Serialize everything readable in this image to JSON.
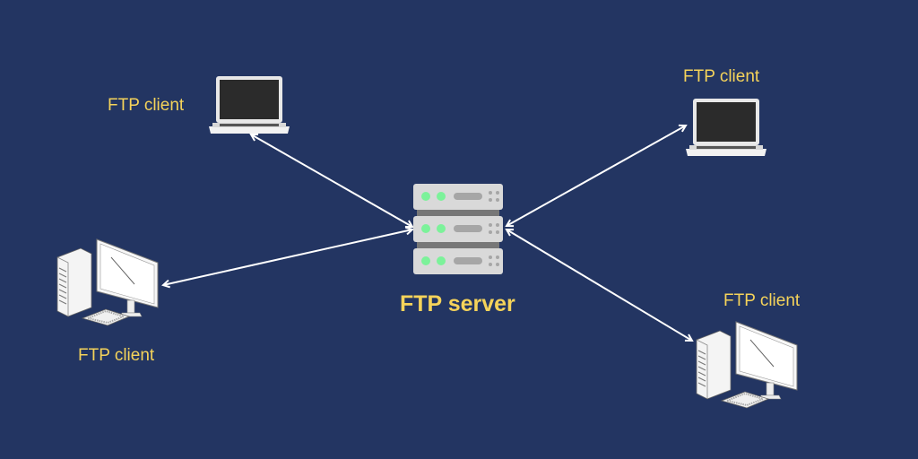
{
  "background_color": "#233562",
  "label_color": "#f5d35a",
  "server": {
    "label": "FTP server",
    "icon": "server-rack-icon"
  },
  "clients": [
    {
      "label": "FTP client",
      "icon": "laptop-icon"
    },
    {
      "label": "FTP client",
      "icon": "laptop-icon"
    },
    {
      "label": "FTP client",
      "icon": "desktop-computer-icon"
    },
    {
      "label": "FTP client",
      "icon": "desktop-computer-icon"
    }
  ]
}
